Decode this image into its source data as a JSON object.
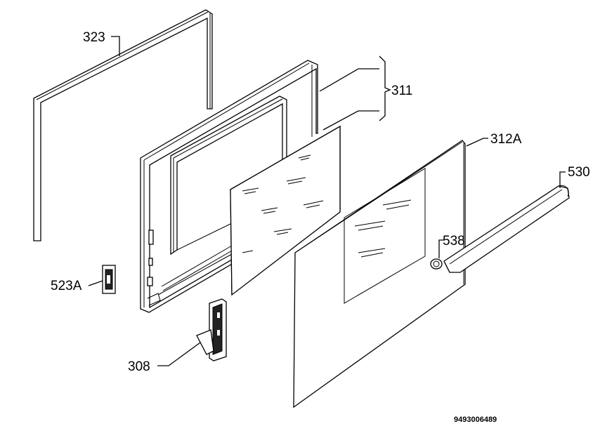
{
  "labels": {
    "p323": "323",
    "p311": "311",
    "p312a": "312A",
    "p530": "530",
    "p538": "538",
    "p523a": "523A",
    "p308": "308"
  },
  "drawing_number": "9493006489"
}
